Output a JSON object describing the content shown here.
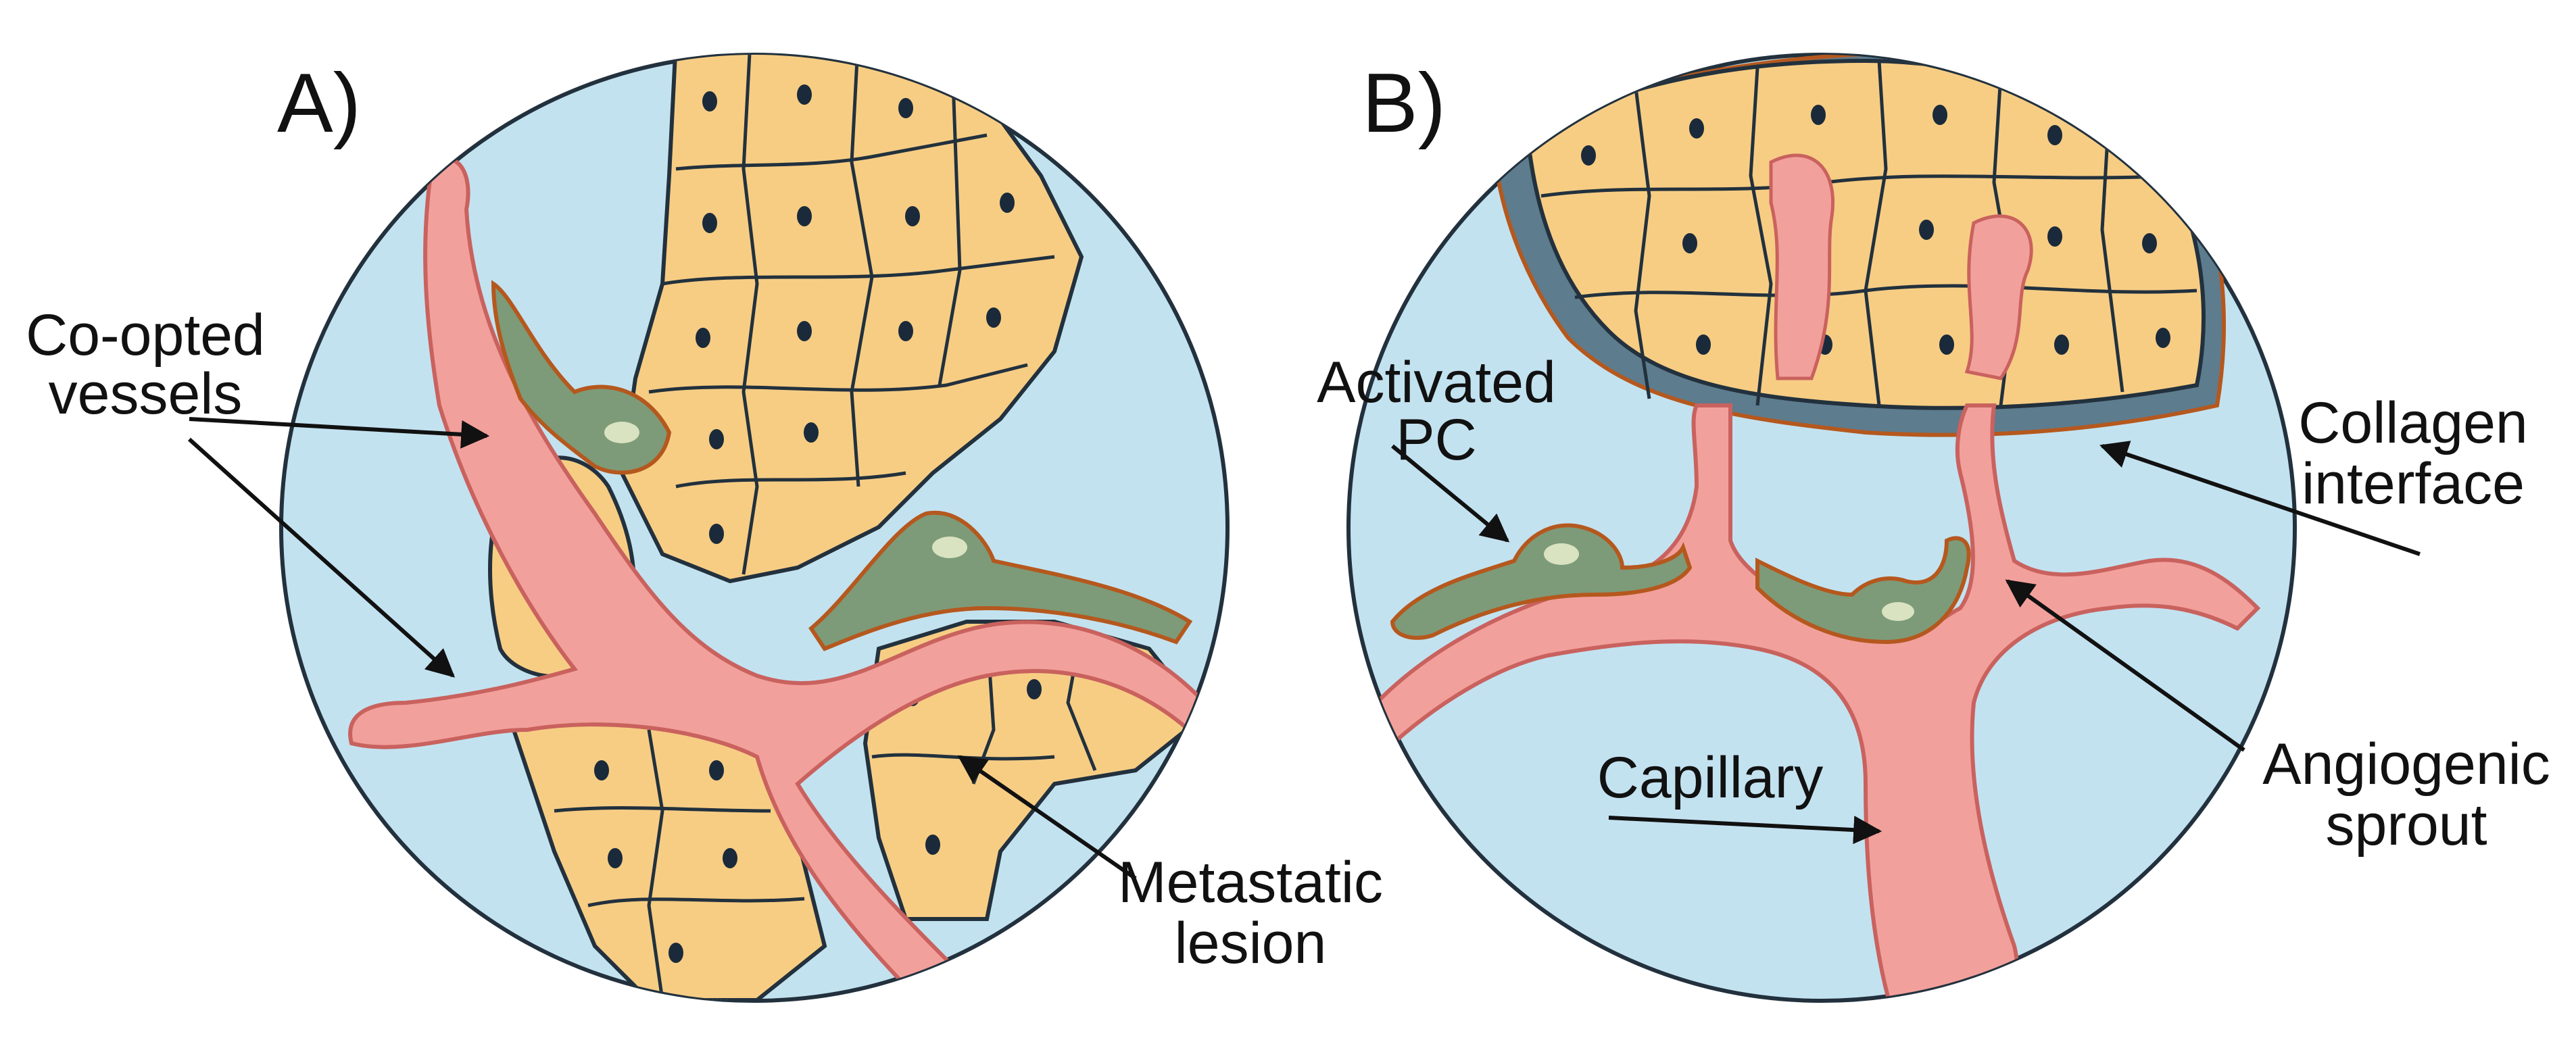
{
  "panels": [
    {
      "letter": "A)",
      "labels": {
        "co_opted_line1": "Co-opted",
        "co_opted_line2": "vessels",
        "metastatic_line1": "Metastatic",
        "metastatic_line2": "lesion"
      }
    },
    {
      "letter": "B)",
      "labels": {
        "activated_line1": "Activated",
        "activated_line2": "PC",
        "collagen_line1": "Collagen",
        "collagen_line2": "interface",
        "capillary": "Capillary",
        "angiogenic_line1": "Angiogenic",
        "angiogenic_line2": "sprout"
      }
    }
  ],
  "colors": {
    "background_fluid": "#c3e2f0",
    "tumor_cell": "#f7cd84",
    "vessel": "#f2a09c",
    "vessel_outline": "#c9625e",
    "pericyte": "#7d9b78",
    "collagen": "#5d7c8e",
    "outline": "#22313d"
  }
}
